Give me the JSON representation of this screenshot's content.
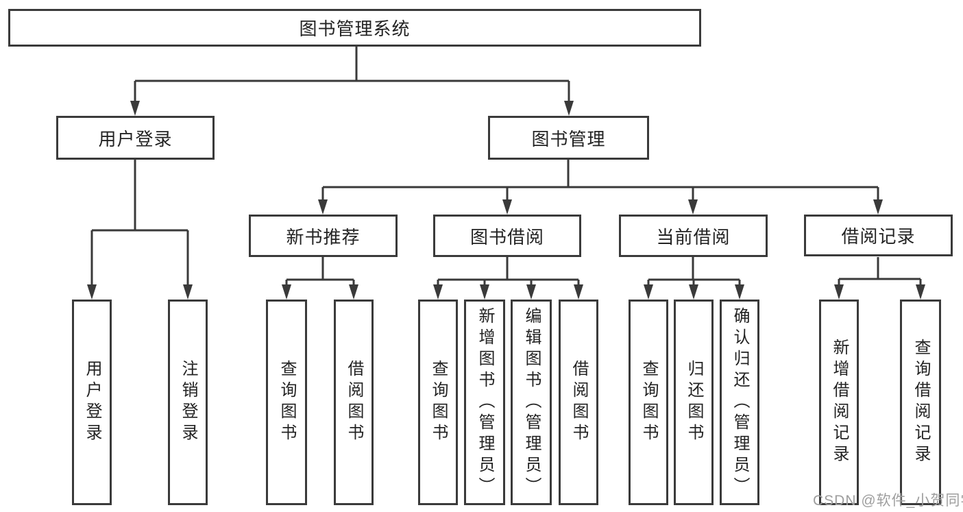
{
  "diagram": {
    "title_node": {
      "label": "图书管理系统"
    },
    "level2": [
      {
        "id": "user-login",
        "label": "用户登录"
      },
      {
        "id": "book-management",
        "label": "图书管理"
      }
    ],
    "level3": [
      {
        "id": "new-book-recommend",
        "parent": "book-management",
        "label": "新书推荐"
      },
      {
        "id": "book-borrowing",
        "parent": "book-management",
        "label": "图书借阅"
      },
      {
        "id": "current-borrowing",
        "parent": "book-management",
        "label": "当前借阅"
      },
      {
        "id": "borrowing-records",
        "parent": "book-management",
        "label": "借阅记录"
      }
    ],
    "leaves": [
      {
        "parent": "user-login",
        "label": "用户登录"
      },
      {
        "parent": "user-login",
        "label": "注销登录"
      },
      {
        "parent": "new-book-recommend",
        "label": "查询图书"
      },
      {
        "parent": "new-book-recommend",
        "label": "借阅图书"
      },
      {
        "parent": "book-borrowing",
        "label": "查询图书"
      },
      {
        "parent": "book-borrowing",
        "label": "新增图书（管理员）"
      },
      {
        "parent": "book-borrowing",
        "label": "编辑图书（管理员）"
      },
      {
        "parent": "book-borrowing",
        "label": "借阅图书"
      },
      {
        "parent": "current-borrowing",
        "label": "查询图书"
      },
      {
        "parent": "current-borrowing",
        "label": "归还图书"
      },
      {
        "parent": "current-borrowing",
        "label": "确认归还（管理员）"
      },
      {
        "parent": "borrowing-records",
        "label": "新增借阅记录"
      },
      {
        "parent": "borrowing-records",
        "label": "查询借阅记录"
      }
    ]
  },
  "watermark": {
    "text": "CSDN @软件_小贺同学"
  },
  "colors": {
    "line": "#3a3a3a",
    "text": "#232323",
    "watermark": "#9e9e9e",
    "background": "#ffffff"
  }
}
